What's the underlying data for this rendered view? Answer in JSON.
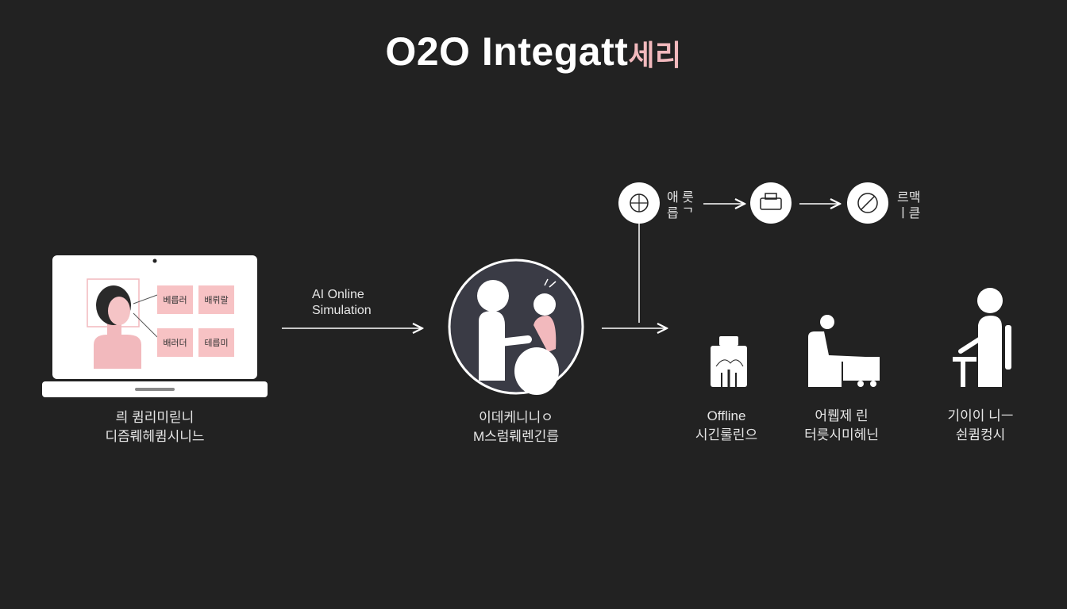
{
  "title": {
    "main": "O2O Integatt",
    "accent": "세리"
  },
  "laptop": {
    "cards": [
      "베릅러",
      "배뤼랄",
      "배러더",
      "테릅미"
    ],
    "caption_line1": "릐 큄리미릳니",
    "caption_line2": "디즘뤠헤큄시니느"
  },
  "arrow1": {
    "line1": "AI Online",
    "line2": "Simulation"
  },
  "center": {
    "caption_line1": "이데케니니ㅇ",
    "caption_line2": "M스럼뤠렌긴릅"
  },
  "top_flow": {
    "left_label_line1": "애 릇",
    "left_label_line2": "릅 ᄀ",
    "right_label_line1": "르맥",
    "right_label_line2": "ㅣ큳"
  },
  "offline": [
    {
      "line1": "Offline",
      "line2": "시긴룰린으"
    },
    {
      "line1": "어뤱제 린",
      "line2": "터릇시미헤닌"
    },
    {
      "line1": "기이이 니ㅡ",
      "line2": "쉰큄컹시"
    }
  ],
  "colors": {
    "background": "#222222",
    "accent": "#f2b9bd",
    "white": "#ffffff"
  }
}
